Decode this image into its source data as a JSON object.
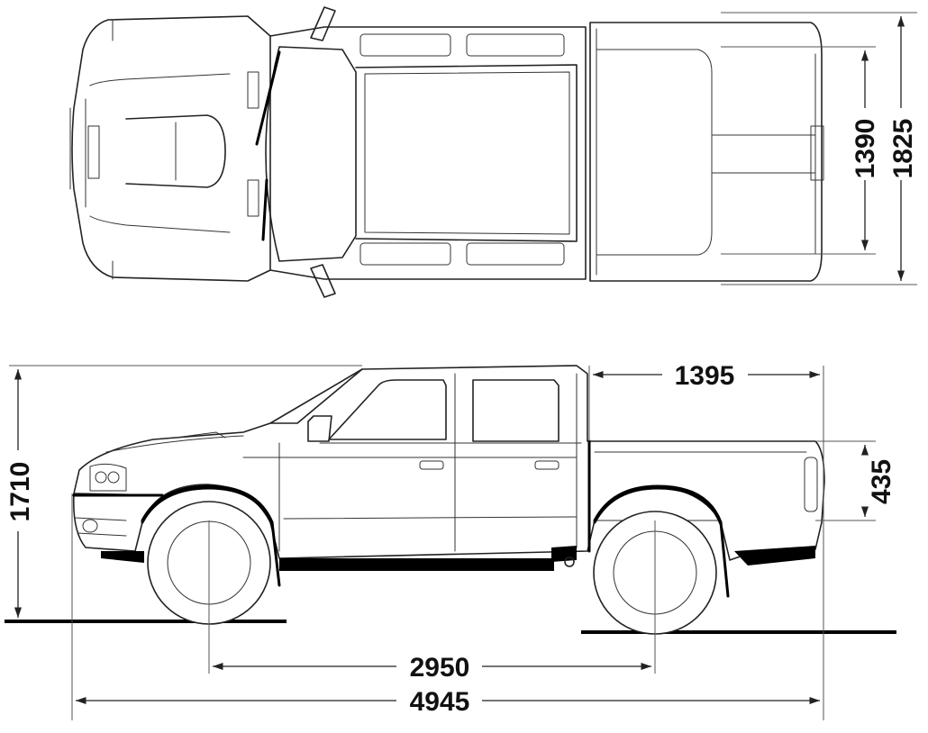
{
  "dimensions": {
    "track_rear": "1390",
    "overall_width": "1825",
    "overall_height": "1710",
    "bed_length": "1395",
    "bed_height": "435",
    "wheelbase": "2950",
    "overall_length": "4945"
  },
  "colors": {
    "line": "#222222",
    "background": "#ffffff"
  }
}
